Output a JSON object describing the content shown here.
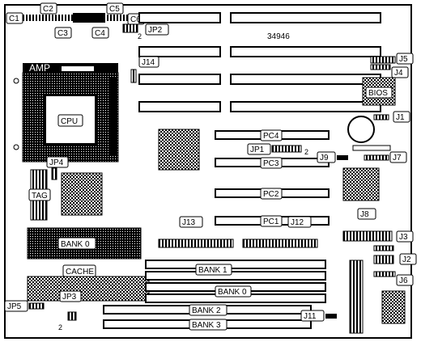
{
  "board_id": "34946",
  "labels": {
    "c1": "C1",
    "c2": "C2",
    "c3": "C3",
    "c4": "C4",
    "c5": "C5",
    "c6": "C6",
    "jp2": "JP2",
    "jp2_pin": "2",
    "j14": "J14",
    "j5": "J5",
    "j4": "J4",
    "bios": "BIOS",
    "j1": "J1",
    "amp": "AMP",
    "cpu": "CPU",
    "pc4": "PC4",
    "jp1": "JP1",
    "jp1_pin": "2",
    "pc3": "PC3",
    "j9": "J9",
    "j7": "J7",
    "jp4": "JP4",
    "tag": "TAG",
    "pc2": "PC2",
    "pc1": "PC1",
    "j13": "J13",
    "j12": "J12",
    "j8": "J8",
    "bank0_cache": "BANK 0",
    "cache": "CACHE",
    "j3": "J3",
    "j2": "J2",
    "j6": "J6",
    "simm_bank1": "BANK 1",
    "simm_bank0": "BANK 0",
    "jp5": "JP5",
    "jp3": "JP3",
    "jp3_pin": "2",
    "bank2": "BANK 2",
    "bank3": "BANK 3",
    "j11": "J11"
  }
}
